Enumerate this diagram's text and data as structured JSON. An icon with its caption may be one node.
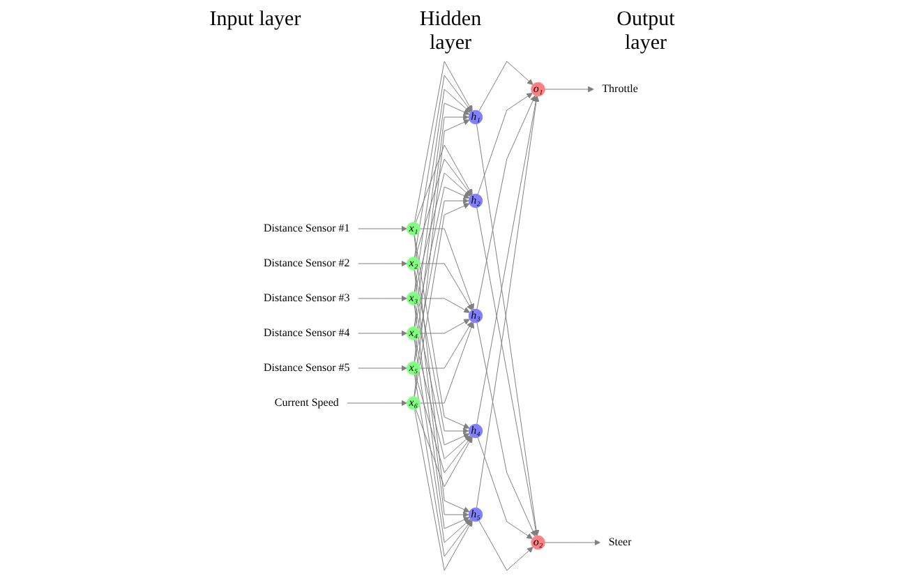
{
  "diagram": {
    "nodes": [
      {
        "text": [
          "Distance Sensor #1"
        ]
      },
      {
        "text": [
          "Distance Sensor #2"
        ]
      },
      {
        "text": [
          "Distance Sensor #3"
        ]
      },
      {
        "text": [
          "Distance Sensor #4"
        ]
      },
      {
        "text": [
          "Distance Sensor #5"
        ]
      },
      {
        "text": [
          "Current Speed"
        ]
      },
      {
        "text": [
          "x₁"
        ]
      },
      {
        "text": [
          "x₂"
        ]
      },
      {
        "text": [
          "x₃"
        ]
      },
      {
        "text": [
          "x₄"
        ]
      },
      {
        "text": [
          "x₅"
        ]
      },
      {
        "text": [
          "x₆"
        ]
      },
      {
        "text": [
          "h₁"
        ]
      },
      {
        "text": [
          "h₂"
        ]
      },
      {
        "text": [
          "h₃"
        ]
      },
      {
        "text": [
          "h₄"
        ]
      },
      {
        "text": [
          "h₅"
        ]
      },
      {
        "text": [
          "o₁"
        ]
      },
      {
        "text": [
          "o₂"
        ]
      },
      {
        "text": [
          "Throttle"
        ]
      },
      {
        "text": [
          "Steer"
        ]
      }
    ],
    "edges": [
      {
        "from": 0,
        "to": 6,
        "arrow": "to"
      },
      {
        "from": 1,
        "to": 7,
        "arrow": "to"
      },
      {
        "from": 2,
        "to": 8,
        "arrow": "to"
      },
      {
        "from": 3,
        "to": 9,
        "arrow": "to"
      },
      {
        "from": 4,
        "to": 10,
        "arrow": "to"
      },
      {
        "from": 5,
        "to": 11,
        "arrow": "to"
      },
      {
        "from": 6,
        "to": 12,
        "arrow": "to"
      },
      {
        "from": 6,
        "to": 13,
        "arrow": "to"
      },
      {
        "from": 6,
        "to": 14,
        "arrow": "to"
      },
      {
        "from": 6,
        "to": 15,
        "arrow": "to"
      },
      {
        "from": 6,
        "to": 16,
        "arrow": "to"
      },
      {
        "from": 7,
        "to": 12,
        "arrow": "to"
      },
      {
        "from": 7,
        "to": 13,
        "arrow": "to"
      },
      {
        "from": 7,
        "to": 14,
        "arrow": "to"
      },
      {
        "from": 7,
        "to": 15,
        "arrow": "to"
      },
      {
        "from": 7,
        "to": 16,
        "arrow": "to"
      },
      {
        "from": 8,
        "to": 12,
        "arrow": "to"
      },
      {
        "from": 8,
        "to": 13,
        "arrow": "to"
      },
      {
        "from": 8,
        "to": 14,
        "arrow": "to"
      },
      {
        "from": 8,
        "to": 15,
        "arrow": "to"
      },
      {
        "from": 8,
        "to": 16,
        "arrow": "to"
      },
      {
        "from": 9,
        "to": 12,
        "arrow": "to"
      },
      {
        "from": 9,
        "to": 13,
        "arrow": "to"
      },
      {
        "from": 9,
        "to": 14,
        "arrow": "to"
      },
      {
        "from": 9,
        "to": 15,
        "arrow": "to"
      },
      {
        "from": 9,
        "to": 16,
        "arrow": "to"
      },
      {
        "from": 10,
        "to": 12,
        "arrow": "to"
      },
      {
        "from": 10,
        "to": 13,
        "arrow": "to"
      },
      {
        "from": 10,
        "to": 14,
        "arrow": "to"
      },
      {
        "from": 10,
        "to": 15,
        "arrow": "to"
      },
      {
        "from": 10,
        "to": 16,
        "arrow": "to"
      },
      {
        "from": 11,
        "to": 12,
        "arrow": "to"
      },
      {
        "from": 11,
        "to": 13,
        "arrow": "to"
      },
      {
        "from": 11,
        "to": 14,
        "arrow": "to"
      },
      {
        "from": 11,
        "to": 15,
        "arrow": "to"
      },
      {
        "from": 11,
        "to": 16,
        "arrow": "to"
      },
      {
        "from": 12,
        "to": 17,
        "arrow": "to"
      },
      {
        "from": 12,
        "to": 18,
        "arrow": "to"
      },
      {
        "from": 13,
        "to": 17,
        "arrow": "to"
      },
      {
        "from": 13,
        "to": 18,
        "arrow": "to"
      },
      {
        "from": 14,
        "to": 17,
        "arrow": "to"
      },
      {
        "from": 14,
        "to": 18,
        "arrow": "to"
      },
      {
        "from": 15,
        "to": 17,
        "arrow": "to"
      },
      {
        "from": 15,
        "to": 18,
        "arrow": "to"
      },
      {
        "from": 16,
        "to": 17,
        "arrow": "to"
      },
      {
        "from": 16,
        "to": 18,
        "arrow": "to"
      },
      {
        "from": 17,
        "to": 19,
        "arrow": "to"
      },
      {
        "from": 18,
        "to": 20,
        "arrow": "to"
      }
    ],
    "labels": [
      "Input layer",
      "Hidden layer",
      "Output layer"
    ]
  }
}
